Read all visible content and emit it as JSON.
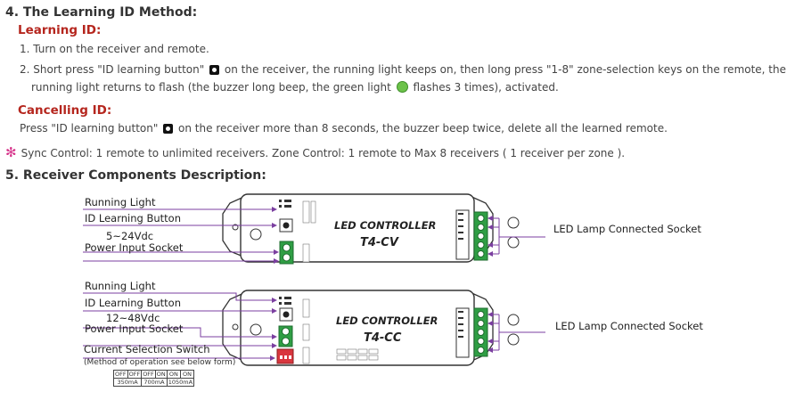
{
  "section4": {
    "title": "4. The Learning ID Method:",
    "learning": {
      "heading": "Learning ID:",
      "step1": "1. Turn on the receiver and remote.",
      "step2_part1": "2. Short press \"ID learning button\"",
      "step2_part2": "on the receiver, the running light keeps on, then long press \"1-8\" zone-selection keys on the remote, the",
      "step2_line2_part1": "running light returns to flash (the buzzer long beep, the green light",
      "step2_line2_part2": "flashes 3 times), activated."
    },
    "cancelling": {
      "heading": "Cancelling ID:",
      "text_part1": "Press \"ID learning button\"",
      "text_part2": "on the receiver more than 8 seconds, the buzzer beep twice, delete all the learned remote."
    },
    "sync_note": {
      "symbol": "✻",
      "text": "Sync Control: 1 remote to unlimited receivers.    Zone Control: 1 remote to Max 8 receivers ( 1 receiver per zone )."
    }
  },
  "section5": {
    "title": "5. Receiver Components Description:",
    "cv": {
      "labels": {
        "running_light": "Running Light",
        "id_button": "ID Learning Button",
        "voltage": "5~24Vdc",
        "power": "Power Input Socket",
        "lamp": "LED Lamp Connected Socket"
      },
      "device": {
        "line1": "LED CONTROLLER",
        "line2": "T4-CV"
      }
    },
    "cc": {
      "labels": {
        "running_light": "Running Light",
        "id_button": "ID Learning Button",
        "voltage": "12~48Vdc",
        "power": "Power Input Socket",
        "switch": "Current Selection Switch",
        "switch_note": "(Method of operation see below form)",
        "lamp": "LED Lamp Connected Socket"
      },
      "device": {
        "line1": "LED CONTROLLER",
        "line2": "T4-CC"
      },
      "table": {
        "row1": [
          "OFF",
          "OFF",
          "OFF",
          "ON",
          "ON",
          "ON"
        ],
        "row2": [
          "350mA",
          "700mA",
          "1050mA"
        ]
      }
    }
  },
  "colors": {
    "heading_red": "#b5261e",
    "wire_purple": "#7b3fa0",
    "terminal_green": "#2f9e44",
    "switch_red": "#d9363e"
  }
}
